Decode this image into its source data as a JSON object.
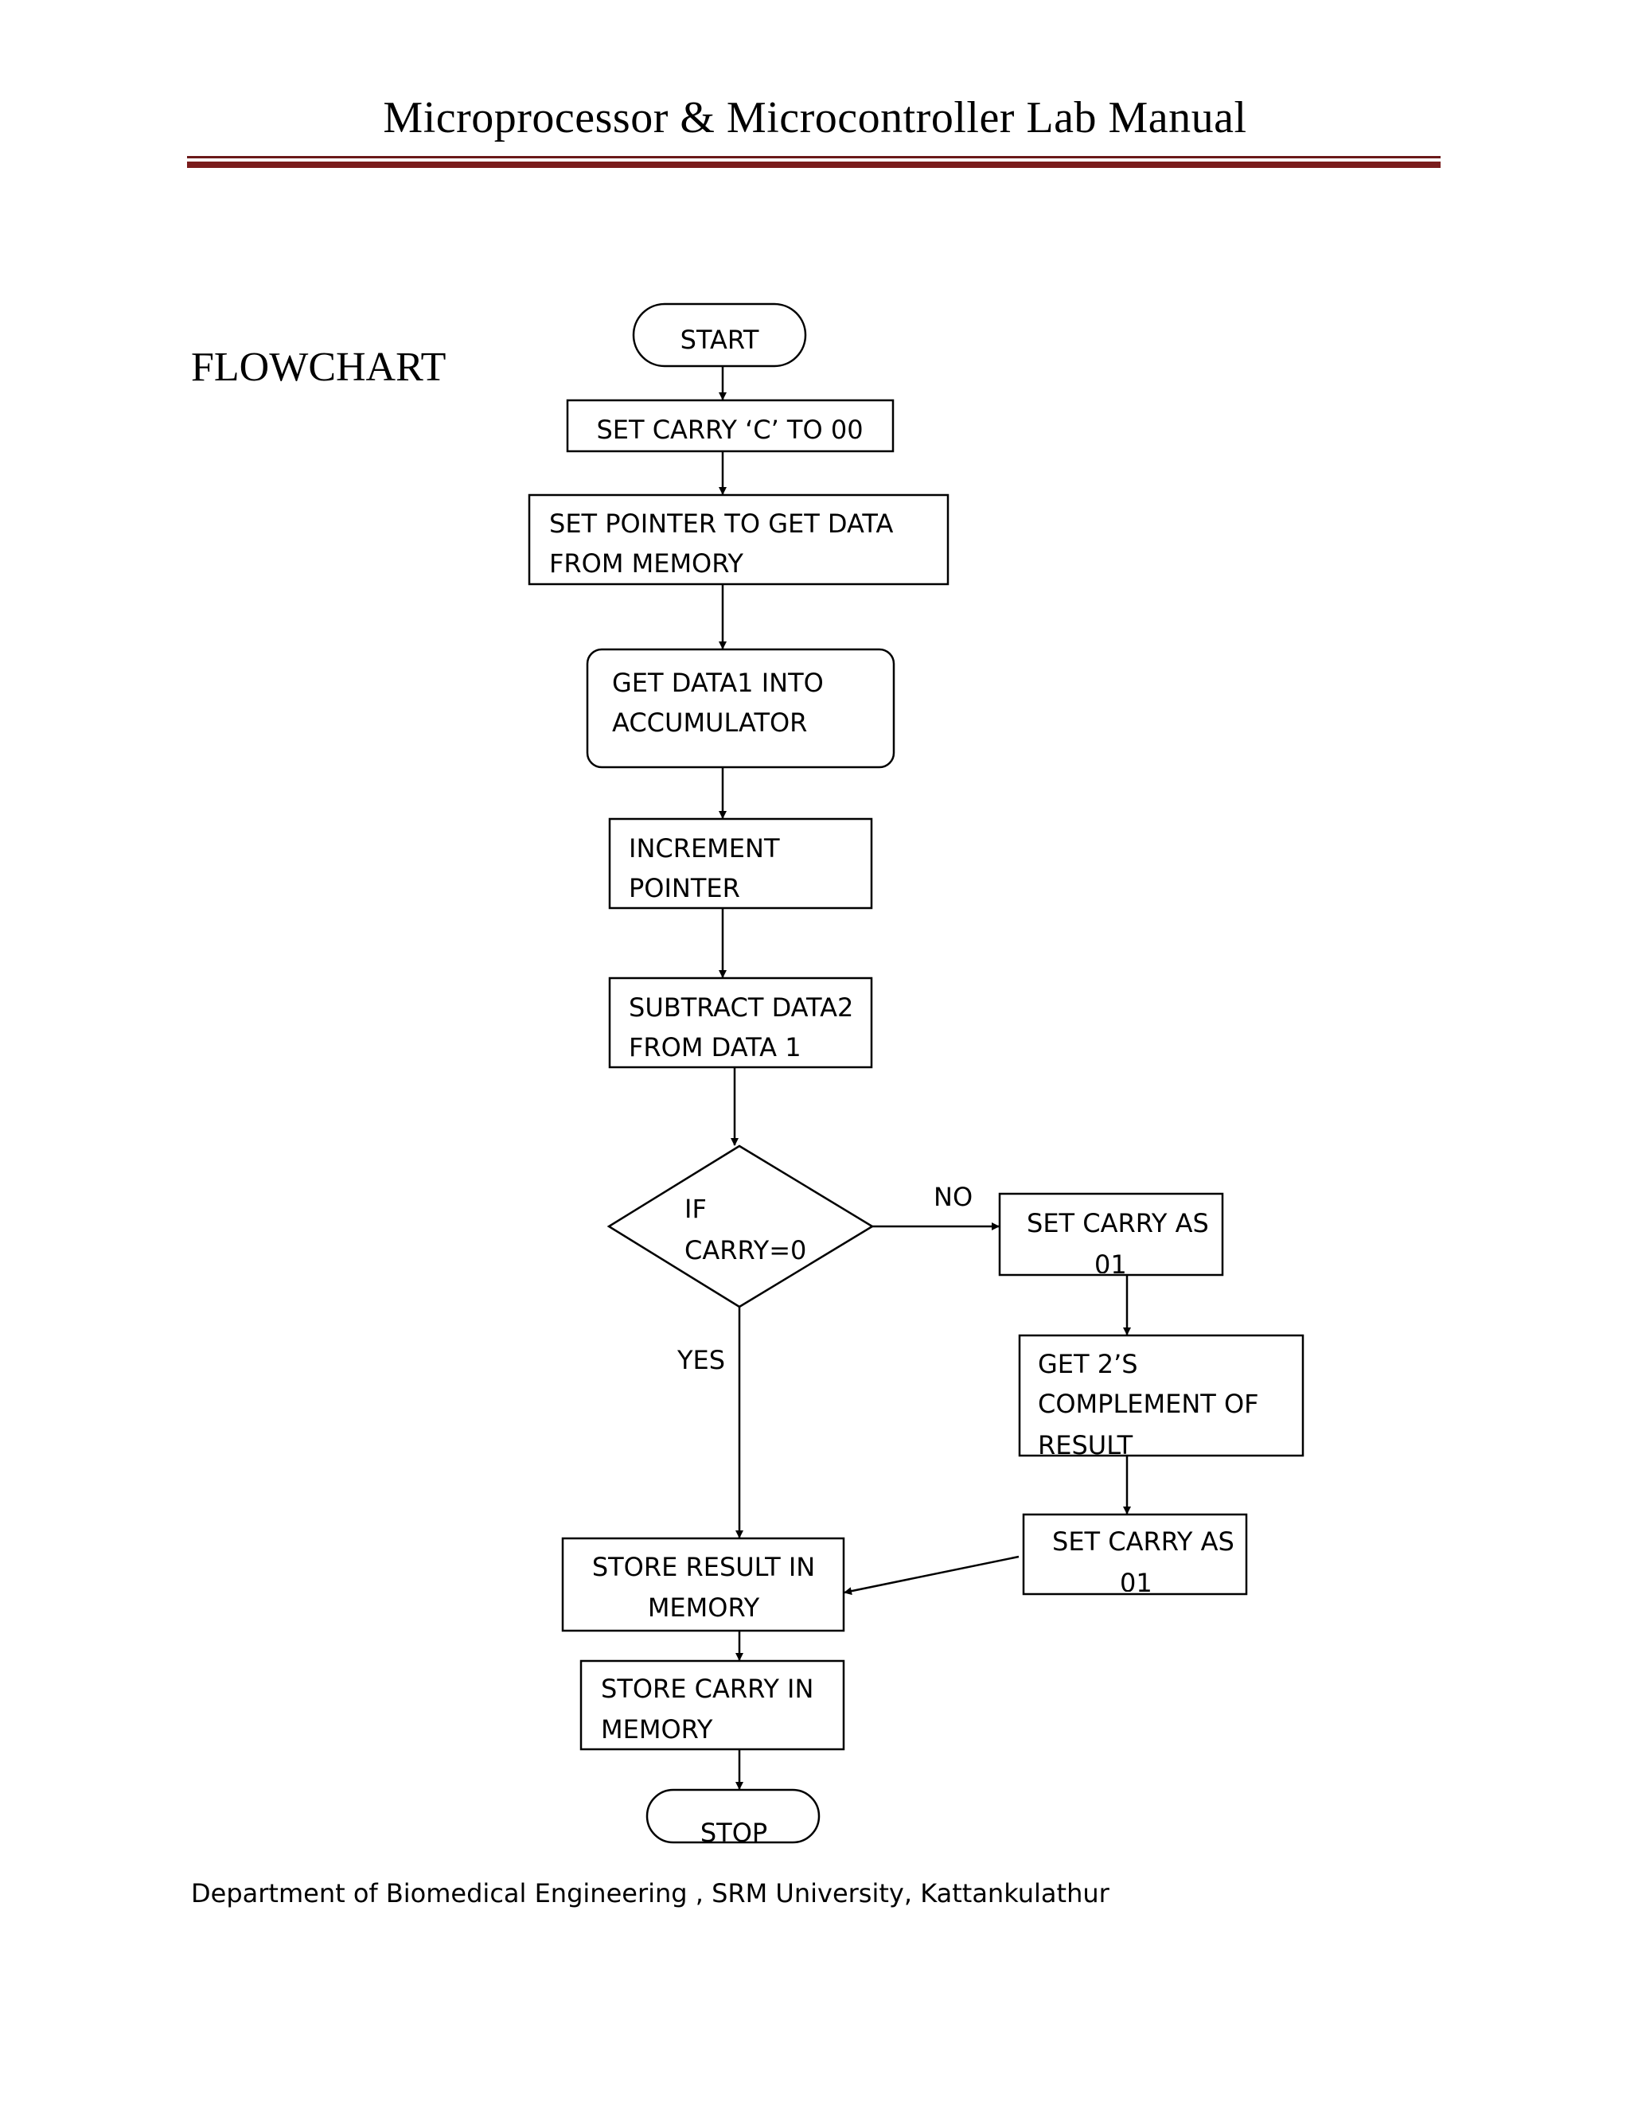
{
  "header": {
    "title": "Microprocessor & Microcontroller Lab Manual"
  },
  "section": {
    "heading": "FLOWCHART"
  },
  "flowchart": {
    "start": "START",
    "set_carry": "SET CARRY ‘C’ TO 00",
    "set_pointer": {
      "line1": "SET POINTER TO GET DATA",
      "line2": "FROM MEMORY"
    },
    "get_data1": {
      "line1": "GET DATA1 INTO",
      "line2": "ACCUMULATOR"
    },
    "increment": {
      "line1": "INCREMENT",
      "line2": "POINTER"
    },
    "subtract": {
      "line1": "SUBTRACT DATA2",
      "line2": "FROM DATA 1"
    },
    "decision": {
      "line1": "IF",
      "line2": "CARRY=0"
    },
    "no_label": "NO",
    "yes_label": "YES",
    "set_carry_01_a": {
      "line1": "SET CARRY AS",
      "line2": "01"
    },
    "complement": {
      "line1": "GET 2’S",
      "line2": "COMPLEMENT OF",
      "line3": "RESULT"
    },
    "set_carry_01_b": {
      "line1": "SET CARRY AS",
      "line2": "01"
    },
    "store_result": {
      "line1": "STORE RESULT IN",
      "line2": "MEMORY"
    },
    "store_carry": {
      "line1": "STORE CARRY IN",
      "line2": "MEMORY"
    },
    "stop": "STOP"
  },
  "footer": {
    "text": "Department of Biomedical Engineering , SRM University, Kattankulathur"
  }
}
